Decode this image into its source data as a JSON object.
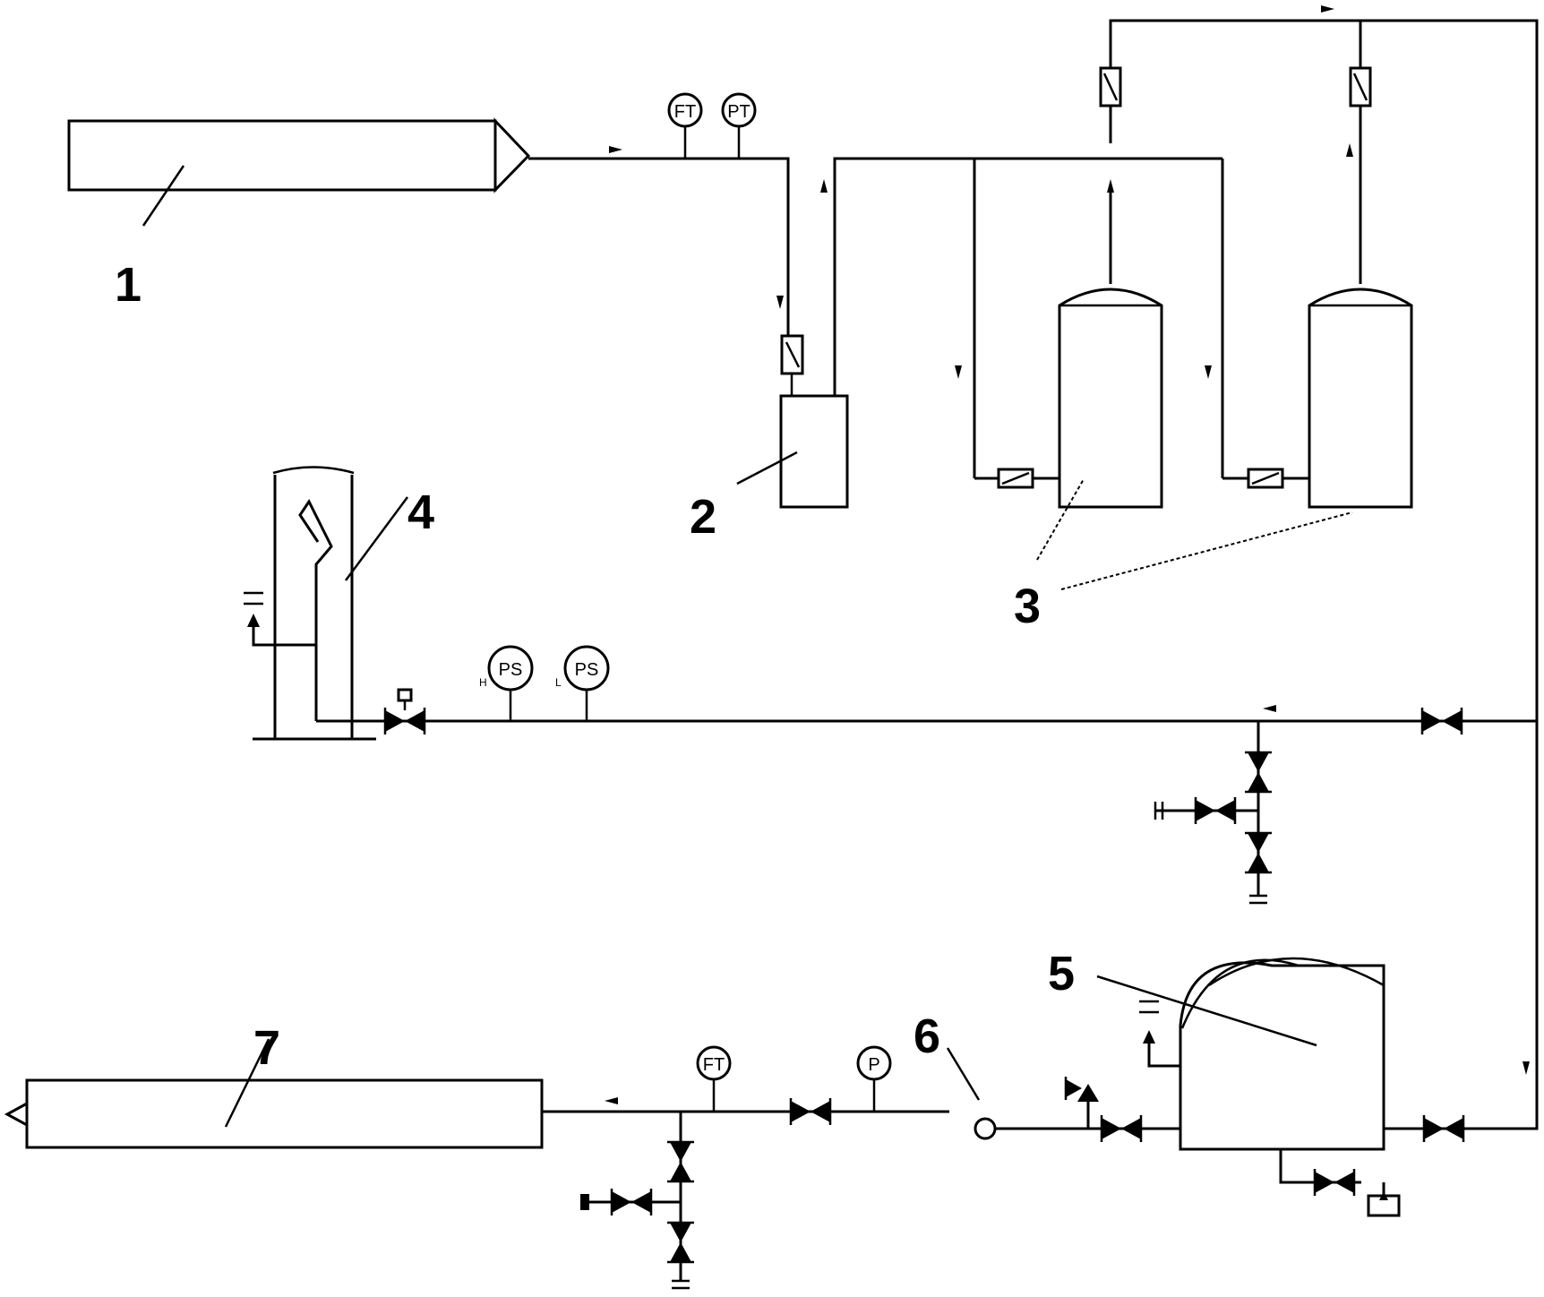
{
  "labels": {
    "n1": "1",
    "n2": "2",
    "n3": "3",
    "n4": "4",
    "n5": "5",
    "n6": "6",
    "n7": "7"
  },
  "instruments": {
    "ft_top": "FT",
    "pt_top": "PT",
    "ps_high": "PS",
    "ps_high_tag": "H",
    "ps_low": "PS",
    "ps_low_tag": "L",
    "ft_bottom": "FT",
    "p_bottom": "P"
  }
}
